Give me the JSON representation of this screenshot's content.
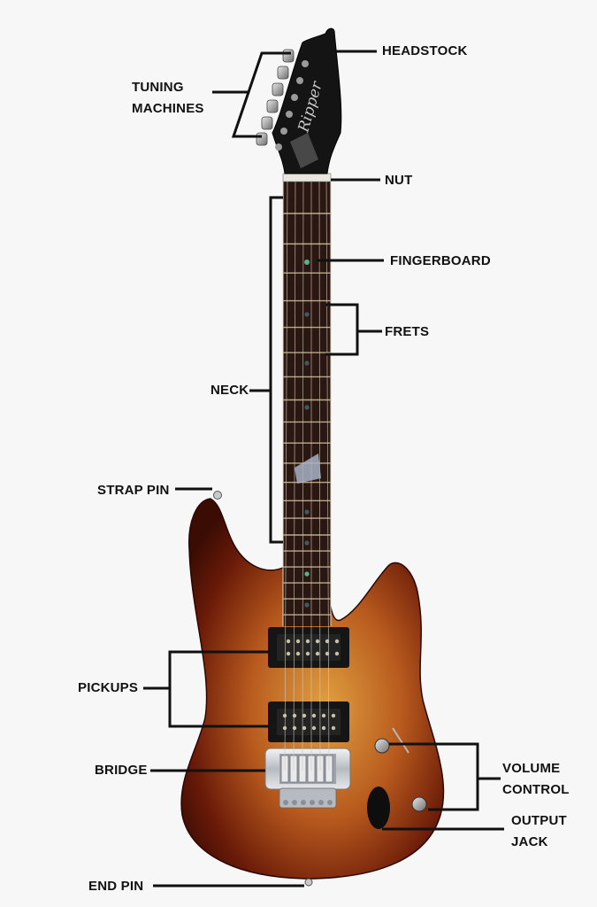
{
  "labels": {
    "headstock": "HEADSTOCK",
    "tuning_1": "TUNING",
    "tuning_2": "MACHINES",
    "nut": "NUT",
    "fingerboard": "FINGERBOARD",
    "frets": "FRETS",
    "neck": "NECK",
    "strap_pin": "STRAP PIN",
    "pickups": "PICKUPS",
    "bridge": "BRIDGE",
    "volume_1": "VOLUME",
    "volume_2": "CONTROL",
    "output_1": "OUTPUT",
    "output_2": "JACK",
    "end_pin": "END PIN"
  },
  "headstock_logo": "Ripper",
  "colors": {
    "background": "#f7f7f7",
    "leader_line": "#111111",
    "body_center": "#e0a040",
    "body_mid": "#b0501c",
    "body_edge": "#3a0c04",
    "fretboard": "#2b1711",
    "fret_wire": "#b9a98a",
    "hardware": "#cfd2d6",
    "pickup": "#151515",
    "inlay_green": "#58b58a"
  }
}
